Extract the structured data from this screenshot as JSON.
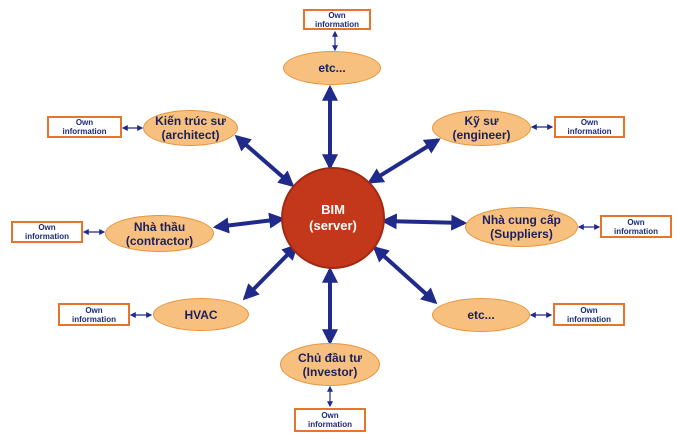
{
  "center": {
    "line1": "BIM",
    "line2": "(server)"
  },
  "nodes": {
    "etc_top": {
      "line1": "etc...",
      "line2": ""
    },
    "architect": {
      "line1": "Kiến trúc sư",
      "line2": "(architect)"
    },
    "engineer": {
      "line1": "Kỹ sư",
      "line2": "(engineer)"
    },
    "contractor": {
      "line1": "Nhà thầu",
      "line2": "(contractor)"
    },
    "suppliers": {
      "line1": "Nhà cung cấp",
      "line2": "(Suppliers)"
    },
    "hvac": {
      "line1": "HVAC",
      "line2": ""
    },
    "etc_right": {
      "line1": "etc...",
      "line2": ""
    },
    "investor": {
      "line1": "Chủ đầu tư",
      "line2": "(Investor)"
    }
  },
  "own_info": {
    "line1": "Own",
    "line2": "information"
  },
  "colors": {
    "arrow": "#1f2a8a",
    "node_fill": "#f8c07f",
    "center_fill": "#c3371a",
    "box_border": "#e8742a"
  }
}
